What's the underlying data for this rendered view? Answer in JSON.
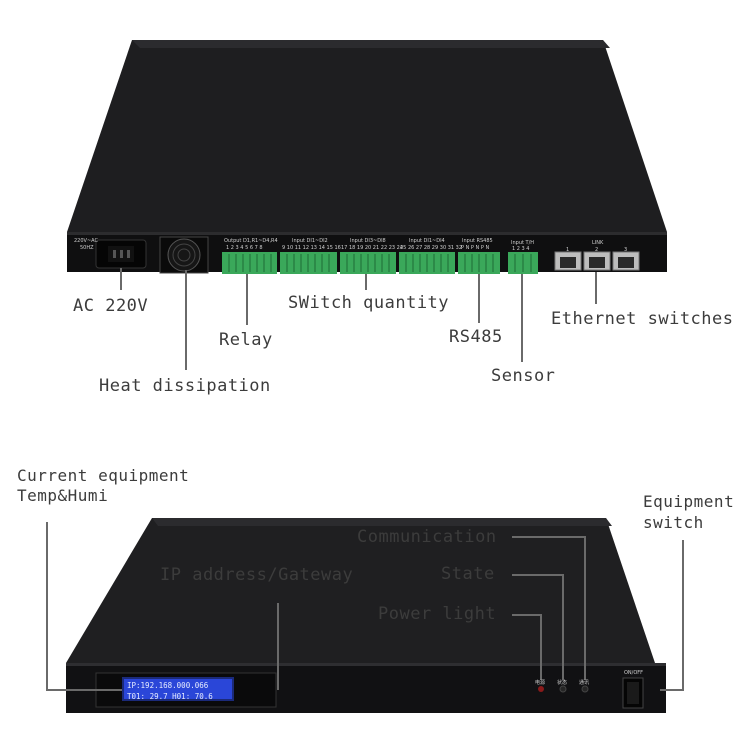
{
  "top_device": {
    "labels": {
      "ac": "AC 220V",
      "heat": "Heat dissipation",
      "relay": "Relay",
      "switch_qty": "SWitch quantity",
      "rs485": "RS485",
      "sensor": "Sensor",
      "ethernet": "Ethernet switches"
    },
    "panel_text": {
      "power_in": "220V~AC",
      "hz": "50HZ",
      "output": "Output  D1,R1~D4,R4",
      "output_nums": "1 2 3 4 5 6 7 8",
      "input1": "Input   DI1~DI2",
      "input1_nums": "9 10 11 12 13 14 15 16",
      "input2": "Input   DI3~DI8",
      "input2_nums": "17 18 19 20 21 22 23 24",
      "input3": "Input   DI1~DI4",
      "input3_nums": "25 26 27 28 29 30 31 32",
      "rs485_hdr": "Input   RS485",
      "rs485_nums": "P  N  P  N  P  N",
      "th_hdr": "Input   T/H",
      "th_nums": "1 2 3 4",
      "link": "LINK",
      "port1": "1",
      "port2": "2",
      "port3": "3"
    }
  },
  "bottom_device": {
    "labels": {
      "current": "Current equipment",
      "temphumi": "Temp&Humi",
      "ip": "IP address/Gateway",
      "communication": "Communication",
      "state": "State",
      "power": "Power light",
      "equip1": "Equipment",
      "equip2": "switch"
    },
    "lcd": {
      "line1": "IP:192.168.000.066",
      "line2": "T01: 29.7 H01: 70.6"
    },
    "panel_text": {
      "led1": "电源",
      "led2": "状态",
      "led3": "通讯",
      "onoff": "ON/OFF"
    }
  }
}
